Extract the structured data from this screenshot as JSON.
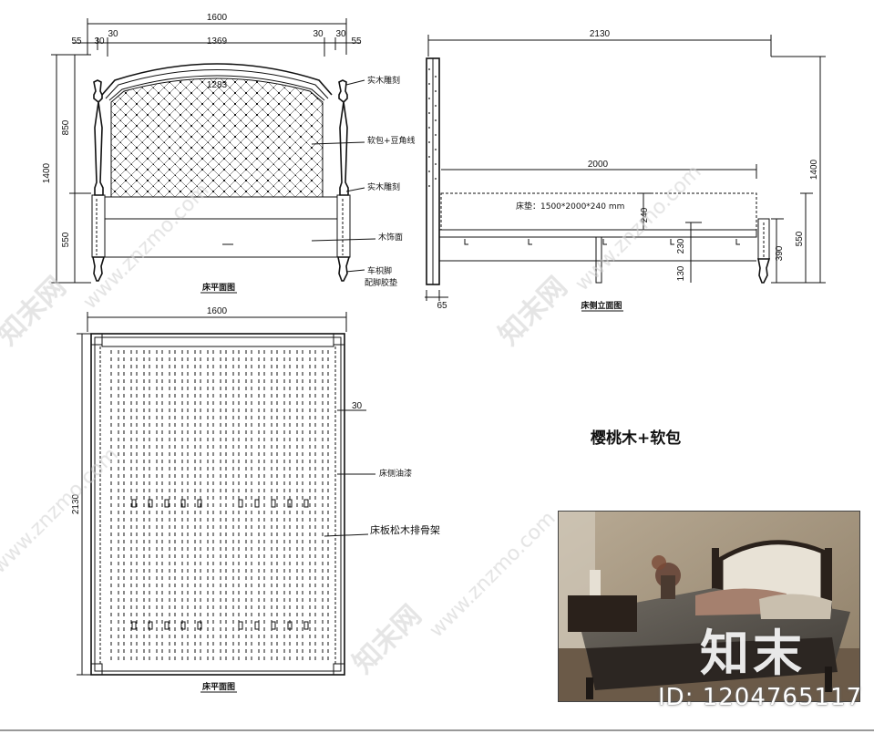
{
  "front": {
    "width_total": "1600",
    "inner_width": "1369",
    "panel_width": "1283",
    "seg_30": "30",
    "seg_55": "55",
    "height_total": "1400",
    "height_upper": "850",
    "height_lower": "550",
    "label_carving_top": "实木雕刻",
    "label_upholstery": "软包+豆角线",
    "label_carving_bottom": "实木雕刻",
    "label_wood_face": "木饰面",
    "label_leg": "车枳脚",
    "label_pad": "配脚胶垫",
    "title": "床平面图"
  },
  "side": {
    "length_total": "2130",
    "length_inner": "2000",
    "mattress": "床垫：1500*2000*240  mm",
    "dim_240": "240",
    "dim_230": "230",
    "dim_130": "130",
    "dim_390": "390",
    "dim_550": "550",
    "dim_1400": "1400",
    "dim_65": "65",
    "title": "床侧立面图"
  },
  "plan": {
    "width": "1600",
    "length": "2130",
    "dim_30": "30",
    "label_paint": "床侧油漆",
    "label_slats": "床板松木排骨架",
    "title": "床平面图"
  },
  "material": "樱桃木+软包",
  "watermark": {
    "brand": "知末",
    "id": "ID: 1204765117",
    "url": "www.znzmo.com",
    "cn": "知末网"
  },
  "colors": {
    "line": "#111111",
    "watermark": "#c8c8c8"
  }
}
